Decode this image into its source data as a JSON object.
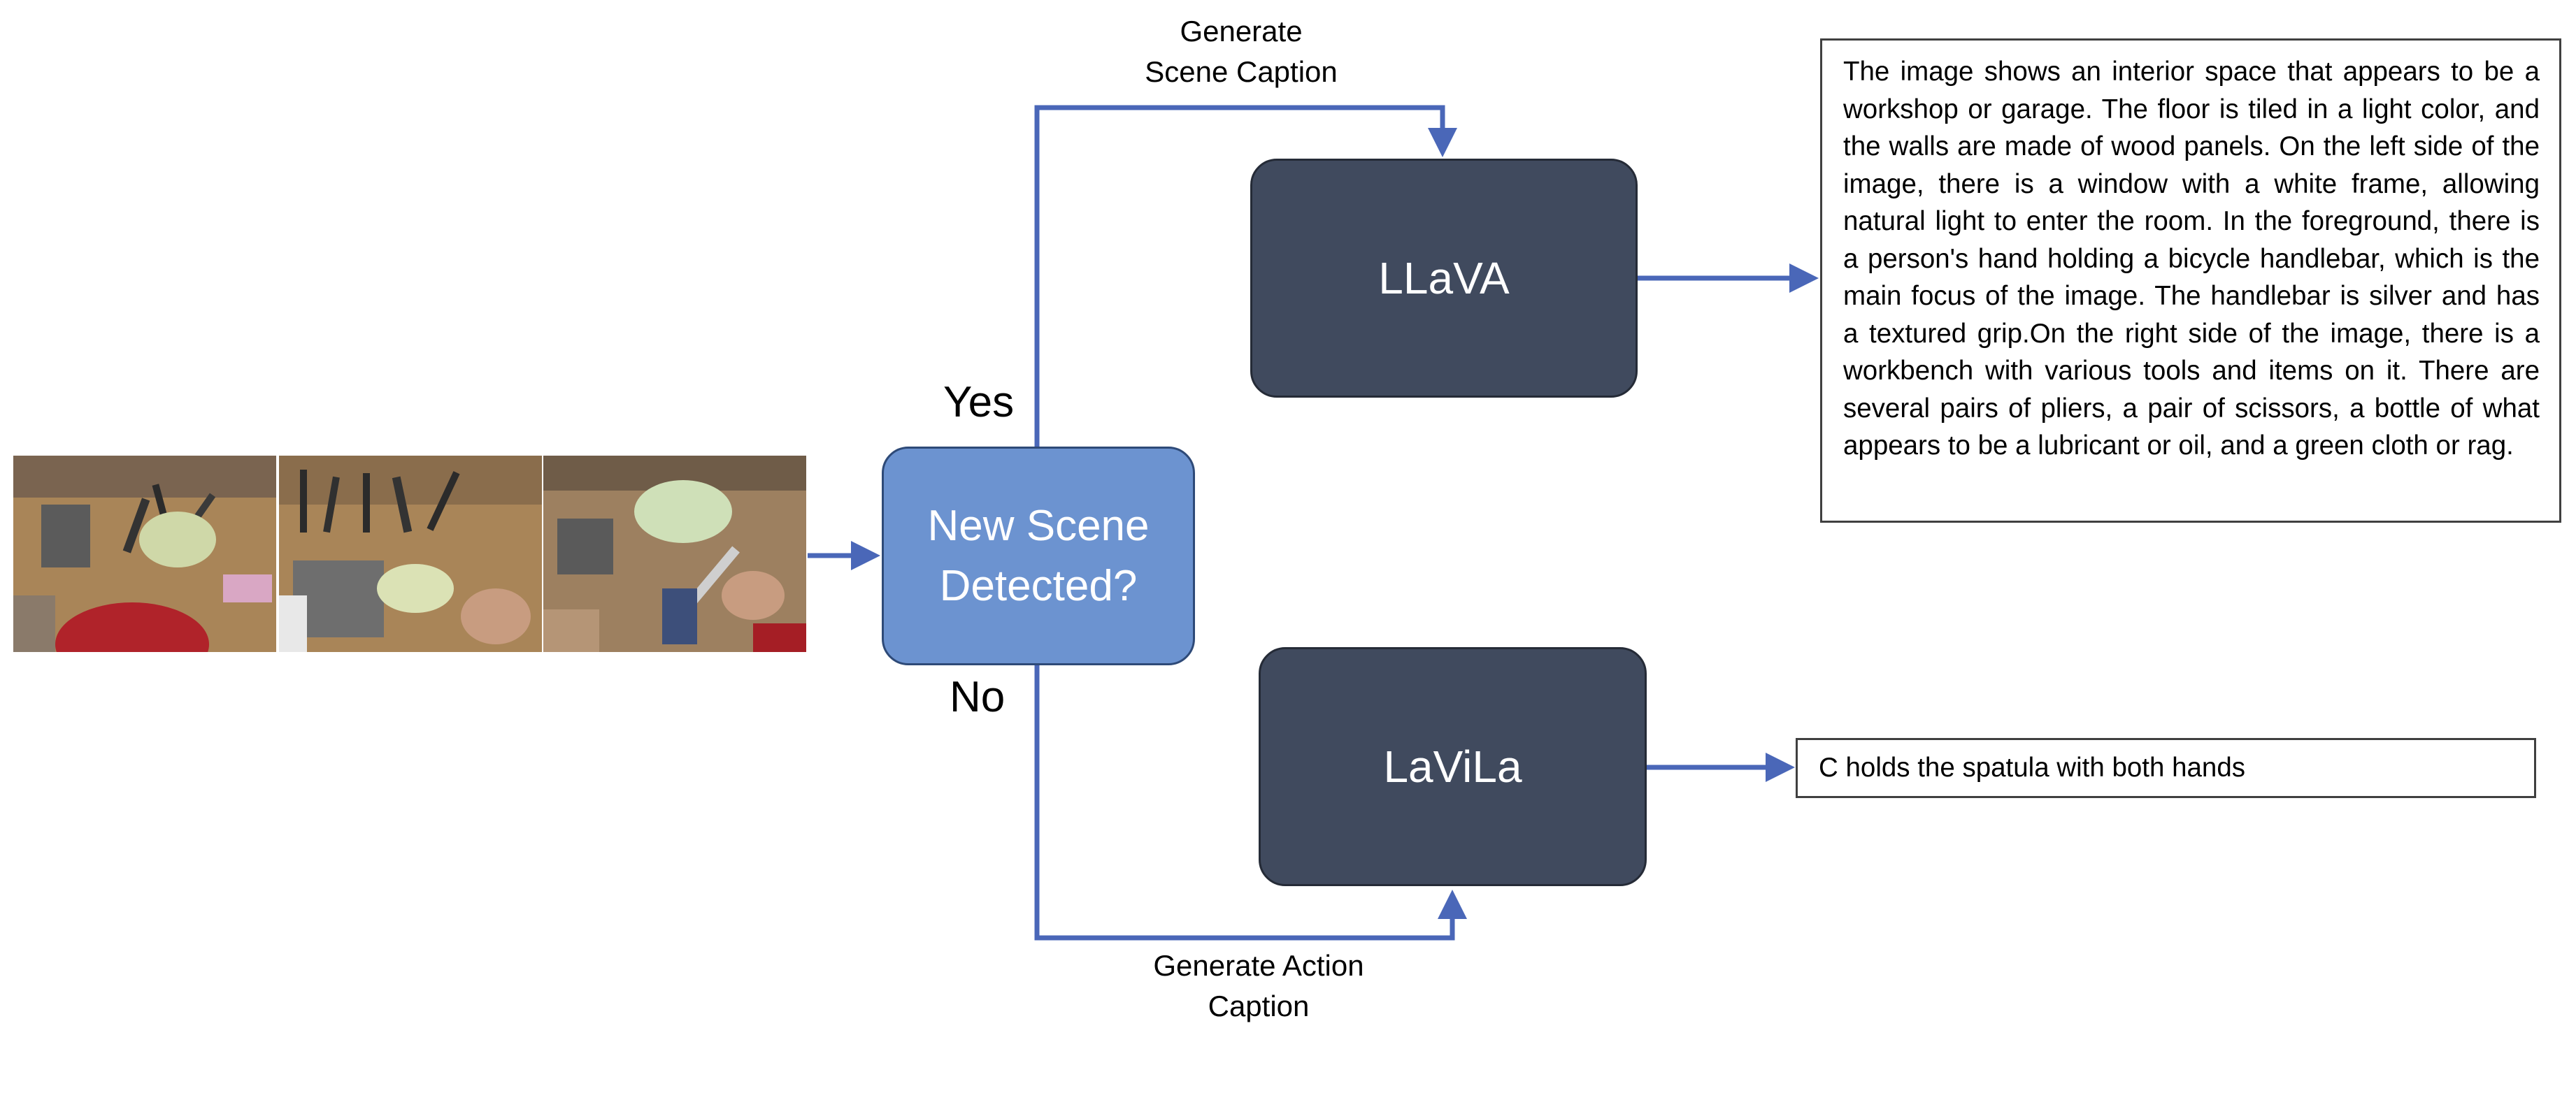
{
  "input_frames": [
    {
      "alt": "frame-1"
    },
    {
      "alt": "frame-2"
    },
    {
      "alt": "frame-3"
    }
  ],
  "decision": {
    "line1": "New Scene",
    "line2": "Detected?"
  },
  "branch_yes": {
    "label": "Yes",
    "edge_line1": "Generate",
    "edge_line2": "Scene Caption"
  },
  "branch_no": {
    "label": "No",
    "edge_line1": "Generate Action",
    "edge_line2": "Caption"
  },
  "models": {
    "scene_model": "LLaVA",
    "action_model": "LaViLa"
  },
  "outputs": {
    "scene_caption": "The image shows an interior space that appears to be a workshop or garage. The floor is tiled in a light color, and the walls are made of wood panels. On the left side of the image, there is a window with a white frame, allowing natural light to enter the room. In the foreground, there is a person's hand holding a bicycle handlebar, which is the main focus of the image. The handlebar is silver and has a textured grip.On the right side of the image, there is a workbench with various tools and items on it. There are several pairs of pliers, a pair of scissors, a bottle of what appears to be a lubricant or oil, and a green cloth or rag.",
    "action_caption": "C holds the spatula with both hands"
  },
  "colors": {
    "arrow": "#4a67b8",
    "decision_fill": "#6c93d0",
    "model_fill": "#404a5e"
  }
}
